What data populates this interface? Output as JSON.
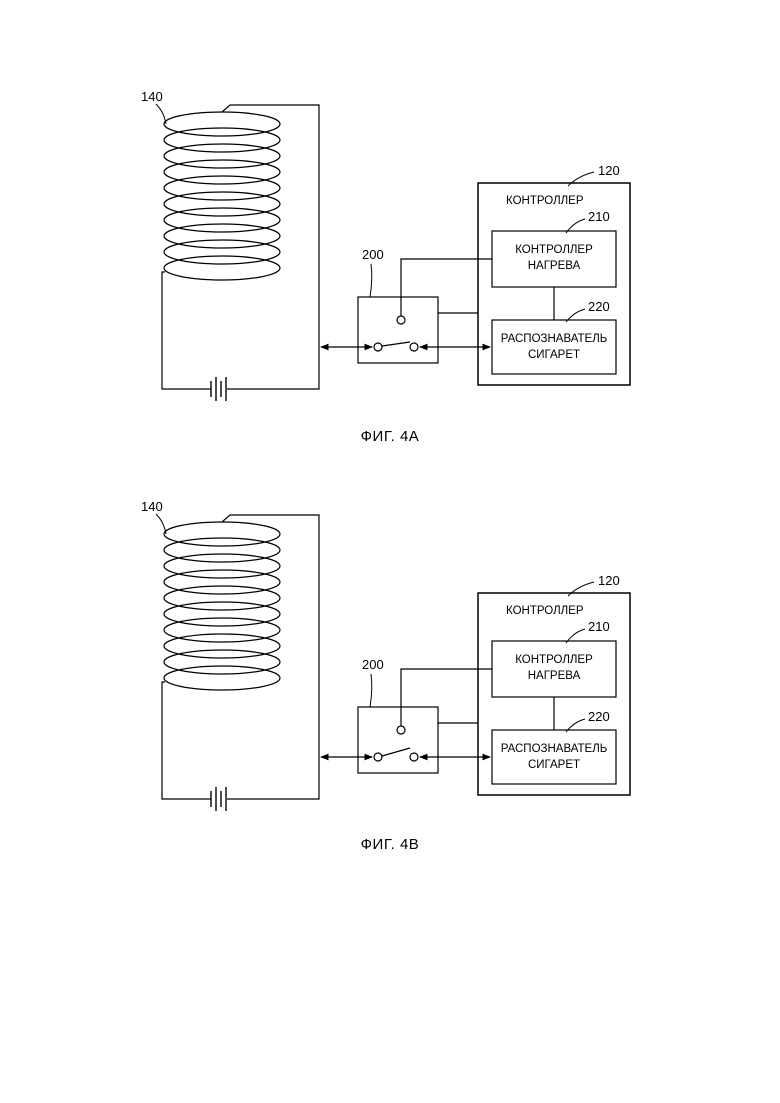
{
  "figures": [
    {
      "caption": "ФИГ. 4А",
      "coil_label": "140",
      "switch_label": "200",
      "controller_label": "120",
      "controller_title": "КОНТРОЛЛЕР",
      "heating_label": "210",
      "heating_line1": "КОНТРОЛЛЕР",
      "heating_line2": "НАГРЕВА",
      "recognizer_label": "220",
      "recognizer_line1": "РАСПОЗНАВАТЕЛЬ",
      "recognizer_line2": "СИГАРЕТ"
    },
    {
      "caption": "ФИГ. 4В",
      "coil_label": "140",
      "switch_label": "200",
      "controller_label": "120",
      "controller_title": "КОНТРОЛЛЕР",
      "heating_label": "210",
      "heating_line1": "КОНТРОЛЛЕР",
      "heating_line2": "НАГРЕВА",
      "recognizer_label": "220",
      "recognizer_line1": "РАСПОЗНАВАТЕЛЬ",
      "recognizer_line2": "СИГАРЕТ"
    }
  ]
}
